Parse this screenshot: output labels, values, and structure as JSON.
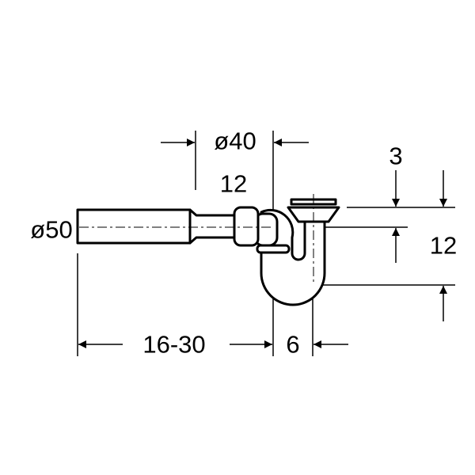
{
  "title": "Siphon dimension drawing",
  "dimensions": {
    "outlet_diameter": "ø50",
    "inlet_diameter": "ø40",
    "inlet_offset": "12",
    "top_gap": "3",
    "trap_height": "12",
    "length_range": "16-30",
    "trap_offset": "6"
  },
  "colors": {
    "line": "#000000",
    "background": "#ffffff"
  }
}
